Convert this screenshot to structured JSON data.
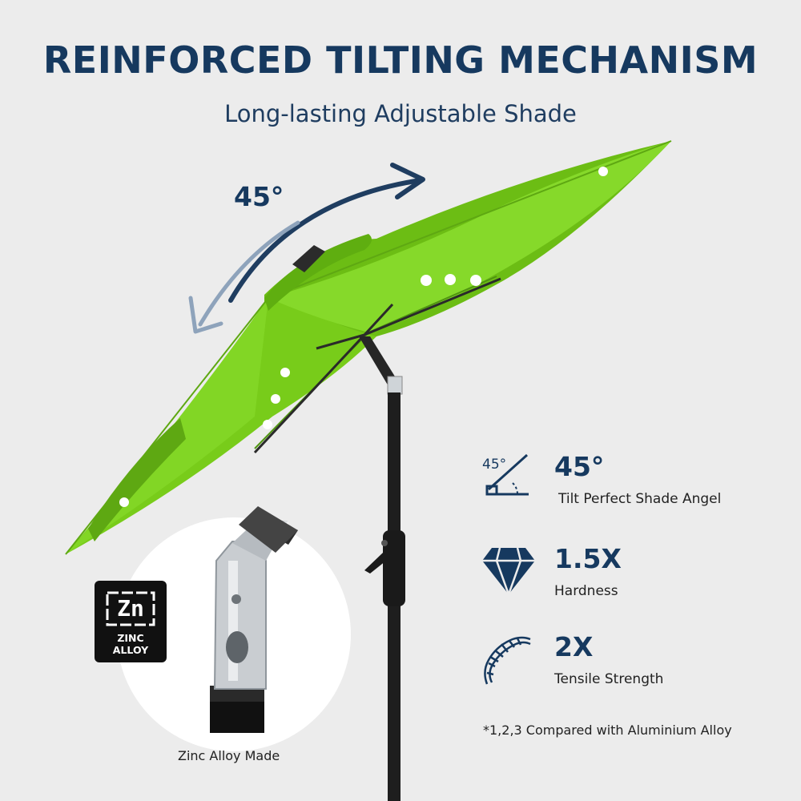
{
  "header": {
    "title": "REINFORCED TILTING MECHANISM",
    "subtitle": "Long-lasting Adjustable Shade"
  },
  "tilt_indicator": {
    "label": "45°",
    "arrow_icon": "curved-double-arrow-icon"
  },
  "features": [
    {
      "icon": "tilt-angle-icon",
      "icon_text": "45°",
      "value": "45°",
      "description": "Tilt Perfect Shade Angel"
    },
    {
      "icon": "diamond-icon",
      "value": "1.5X",
      "description": "Hardness"
    },
    {
      "icon": "spring-coil-icon",
      "value": "2X",
      "description": "Tensile Strength"
    }
  ],
  "footnote": "*1,2,3 Compared with Aluminium Alloy",
  "detail": {
    "caption": "Zinc Alloy Made",
    "badge_symbol": "Zn",
    "badge_line1": "ZINC",
    "badge_line2": "ALLOY"
  },
  "colors": {
    "background": "#ececec",
    "heading": "#16395f",
    "canopy": "#7bcf1e",
    "pole": "#1e1e1e"
  }
}
